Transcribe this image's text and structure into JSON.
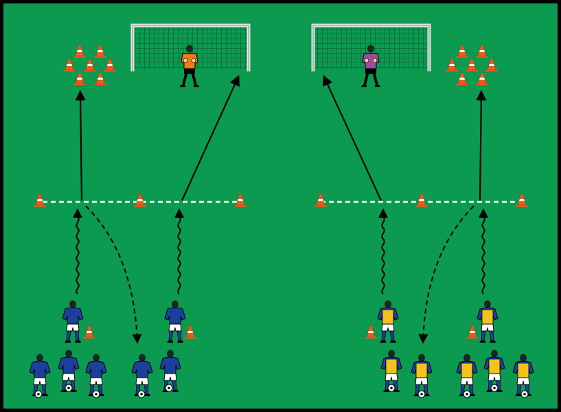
{
  "colors": {
    "pitch": "#0b9a4f",
    "border": "#000000",
    "line_white": "#ffffff",
    "arrow": "#000000",
    "cone": "#ef5a1e",
    "team_blue_shirt": "#1d3f9c",
    "team_blue_shorts": "#ffffff",
    "team_yellow_bib": "#f4c21c",
    "keeper_left": "#f07a1c",
    "keeper_right": "#a24a9a",
    "skin": "#f2c8a0",
    "hair": "#222222",
    "ball": "#ffffff",
    "goal_post": "#e6e6e6"
  },
  "goals": [
    {
      "name": "goal-left",
      "keeper": "keeper-left"
    },
    {
      "name": "goal-right",
      "keeper": "keeper-right"
    }
  ],
  "icons": [
    "cone-icon",
    "ball-icon",
    "player-icon",
    "goalkeeper-icon",
    "goal-net-icon"
  ]
}
